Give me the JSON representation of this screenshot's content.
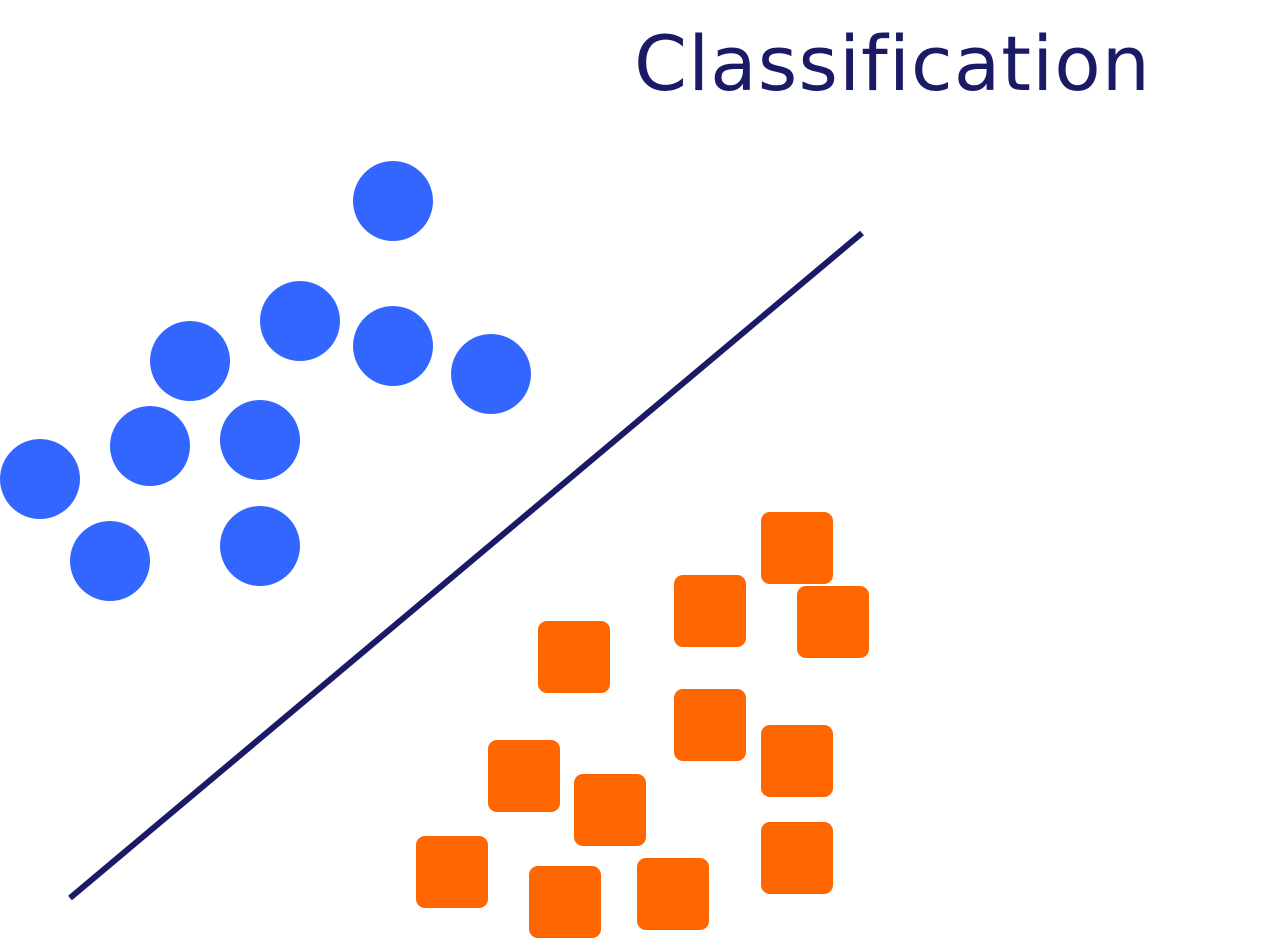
{
  "title": "Classification",
  "colors": {
    "class_a": "#3366ff",
    "class_b": "#ff6600",
    "boundary": "#1a1a66",
    "title": "#1a1a66"
  },
  "diagram": {
    "class_a_shape": "circle",
    "class_b_shape": "rounded-square",
    "boundary_shape": "straight-line"
  }
}
